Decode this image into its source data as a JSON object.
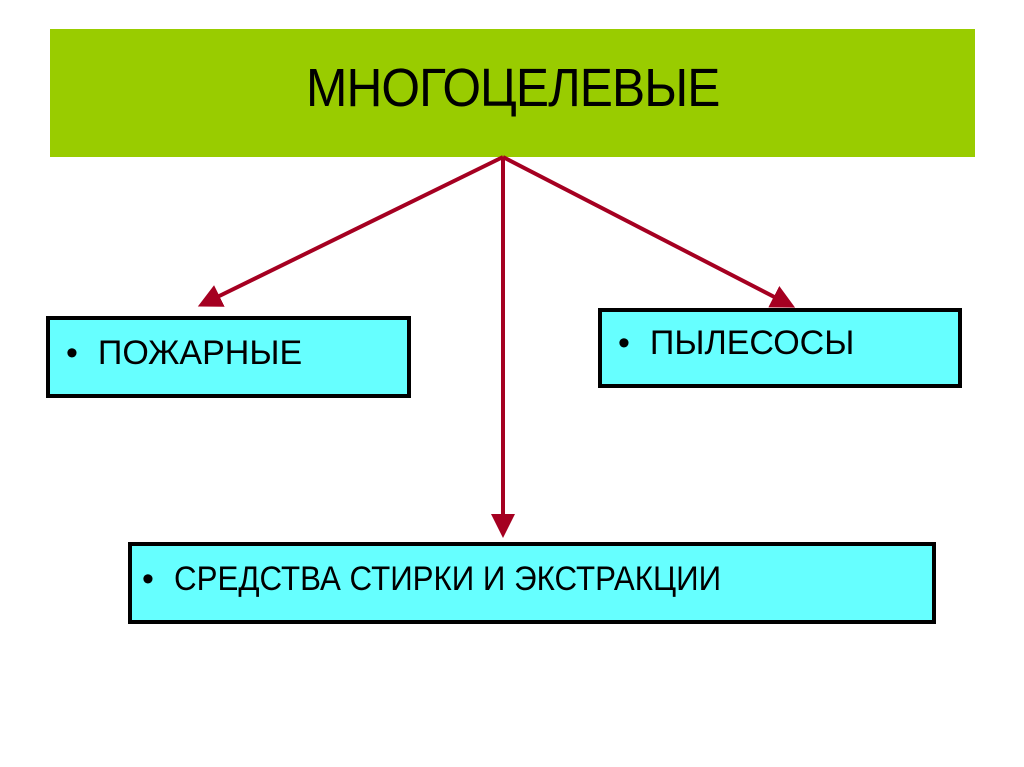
{
  "diagram": {
    "title": "МНОГОЦЕЛЕВЫЕ",
    "bullet": "•",
    "nodes": [
      {
        "id": "left",
        "label": "ПОЖАРНЫЕ"
      },
      {
        "id": "right",
        "label": "ПЫЛЕСОСЫ"
      },
      {
        "id": "bottom",
        "label": "СРЕДСТВА СТИРКИ И ЭКСТРАКЦИИ"
      }
    ],
    "colors": {
      "title_bg": "#99cc00",
      "node_bg": "#66ffff",
      "node_border": "#000000",
      "arrow": "#a50021"
    },
    "edges": [
      {
        "from": "title",
        "to": "left"
      },
      {
        "from": "title",
        "to": "right"
      },
      {
        "from": "title",
        "to": "bottom"
      }
    ]
  }
}
